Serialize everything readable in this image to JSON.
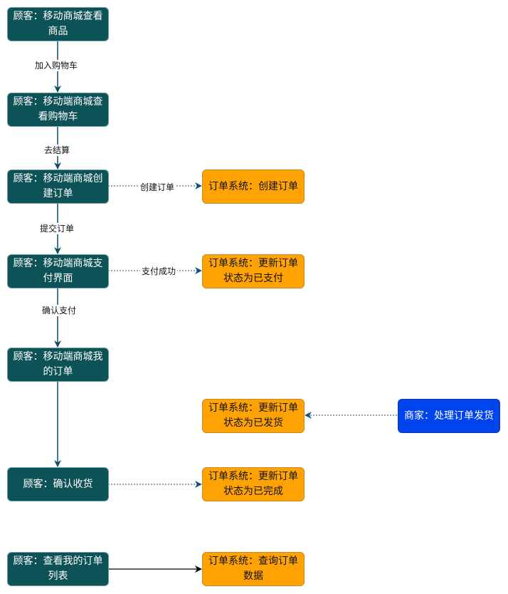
{
  "colors": {
    "customer_fill": "#0d5257",
    "order_system_fill": "#ffa305",
    "merchant_fill": "#0044ee",
    "vertical_edge": "#0b4f6c",
    "dashed_edge": "#14507a",
    "solid_edge": "#000000"
  },
  "nodes": {
    "customer_browse": "顾客：移动商城查看商品",
    "customer_cart": "顾客：移动端商城查看购物车",
    "customer_create_order": "顾客：移动端商城创建订单",
    "customer_pay": "顾客：移动端商城支付界面",
    "customer_my_orders": "顾客：移动端商城我的订单",
    "customer_confirm_receipt": "顾客：确认收货",
    "customer_order_list": "顾客：查看我的订单列表",
    "order_create": "订单系统：创建订单",
    "order_paid": "订单系统：更新订单状态为已支付",
    "order_shipped": "订单系统：更新订单状态为已发货",
    "order_completed": "订单系统：更新订单状态为已完成",
    "order_query": "订单系统：查询订单数据",
    "merchant_ship": "商家：处理订单发货"
  },
  "edges": {
    "add_to_cart": "加入购物车",
    "checkout": "去结算",
    "submit_order": "提交订单",
    "confirm_pay": "确认支付",
    "create_order": "创建订单",
    "pay_success": "支付成功"
  }
}
